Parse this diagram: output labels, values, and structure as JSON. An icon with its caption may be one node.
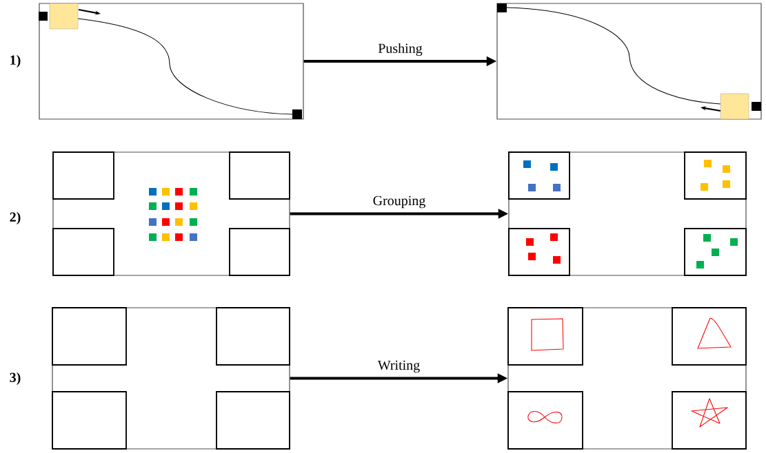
{
  "diagram": {
    "nodes": [
      {
        "text": [],
        "shape": "box"
      },
      {
        "text": [],
        "shape": "box"
      },
      {
        "text": [],
        "shape": "box"
      },
      {
        "text": [],
        "shape": "box"
      },
      {
        "text": [],
        "shape": "box"
      },
      {
        "text": [],
        "shape": "box"
      }
    ],
    "edges": [
      {
        "from": 0,
        "to": 1,
        "arrow": "to",
        "label": "Pushing"
      },
      {
        "from": 2,
        "to": 3,
        "arrow": "to",
        "label": "Grouping"
      },
      {
        "from": 4,
        "to": 5,
        "arrow": "to",
        "label": "Writing"
      }
    ],
    "labels": [
      "1)",
      "2)",
      "3)"
    ]
  }
}
